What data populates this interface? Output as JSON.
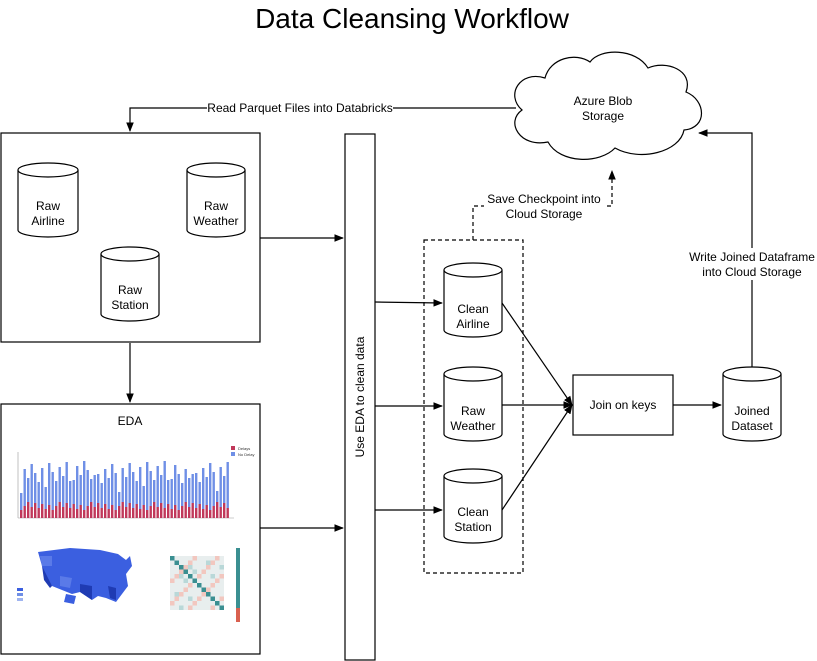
{
  "diagram": {
    "title": "Data Cleansing Workflow",
    "raw_sources": {
      "airline": [
        "Raw",
        "Airline"
      ],
      "weather": [
        "Raw",
        "Weather"
      ],
      "station": [
        "Raw",
        "Station"
      ]
    },
    "eda": {
      "label": "EDA",
      "legend": [
        "Delays",
        "No Delay"
      ]
    },
    "process_bar": "Use EDA to clean data",
    "clean": {
      "airline": [
        "Clean",
        "Airline"
      ],
      "weather": [
        "Raw",
        "Weather"
      ],
      "station": [
        "Clean",
        "Station"
      ]
    },
    "join": "Join on keys",
    "joined": [
      "Joined",
      "Dataset"
    ],
    "azure": [
      "Azure Blob",
      "Storage"
    ],
    "edges": {
      "read_parquet": "Read Parquet Files into Databricks",
      "save_checkpoint": [
        "Save Checkpoint into",
        "Cloud Storage"
      ],
      "write_joined": [
        "Write Joined Dataframe",
        "into Cloud Storage"
      ]
    },
    "colors": {
      "stroke": "#000000",
      "bar_blue": "#6f8fe6",
      "bar_red": "#c0385a",
      "map_blue": "#3b5fe0",
      "map_dark": "#1f3bb3",
      "heat_teal": "#3a8f91",
      "heat_red": "#d9604f"
    }
  }
}
